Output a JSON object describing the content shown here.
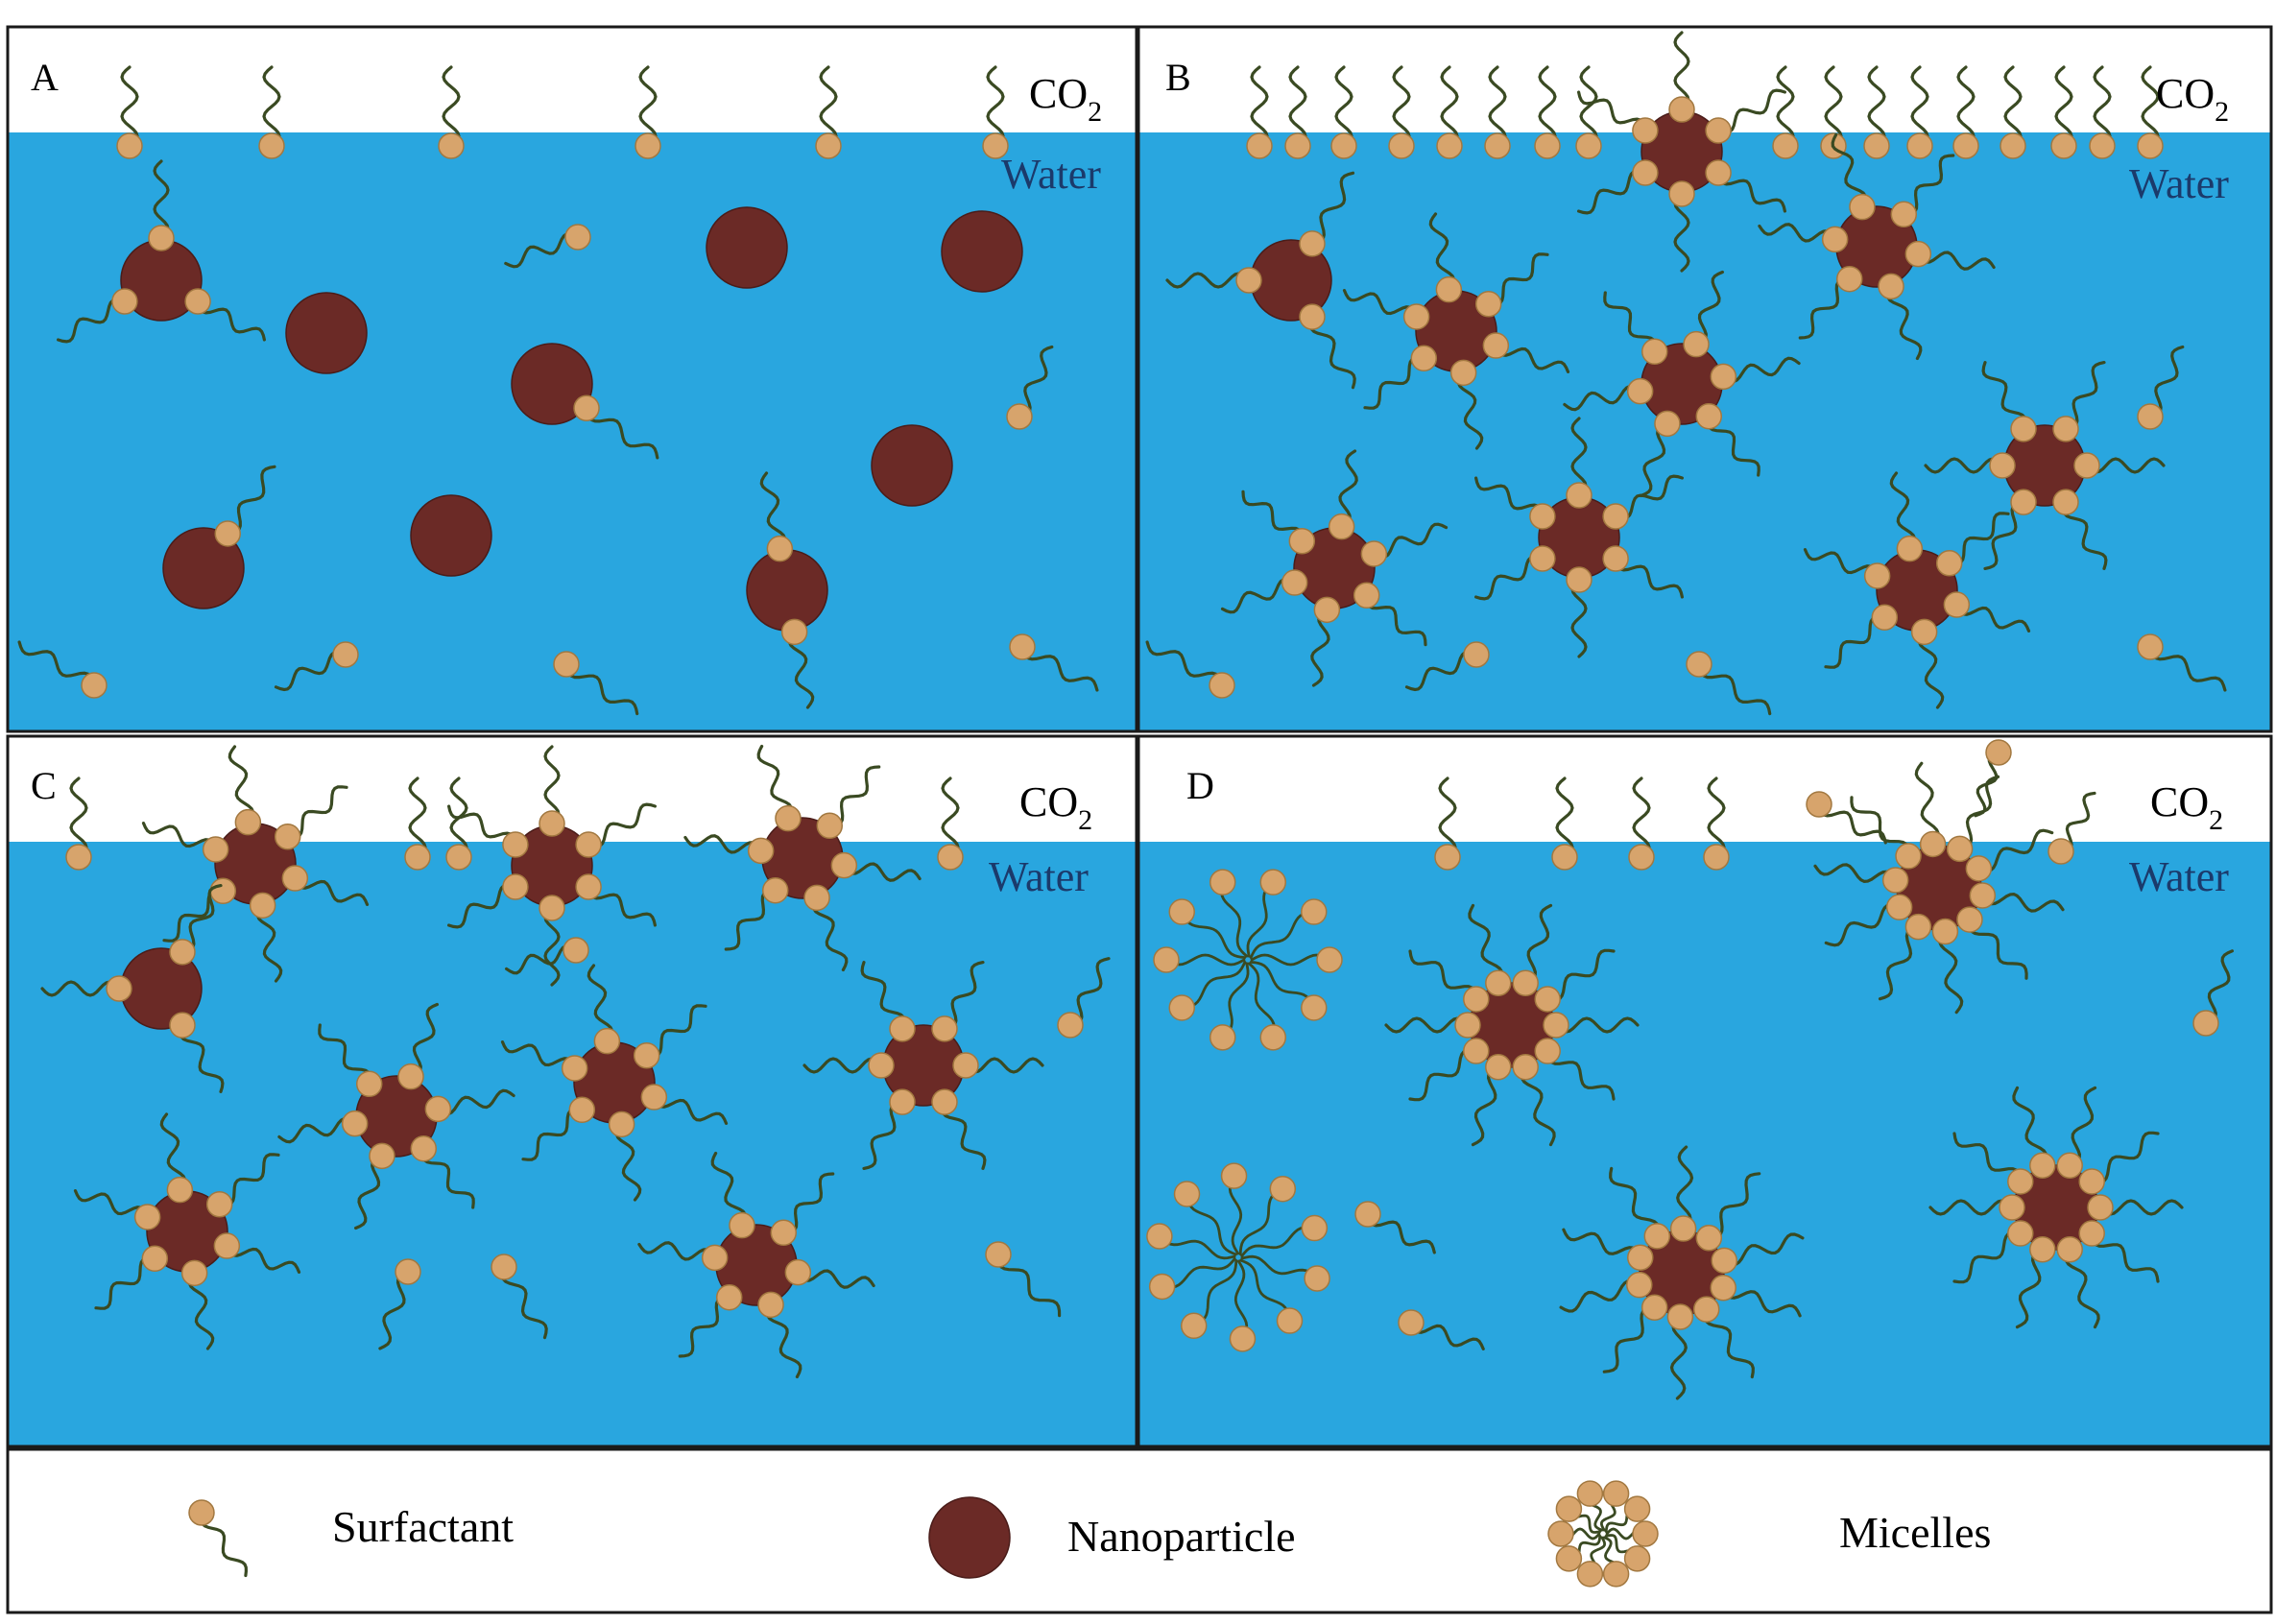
{
  "colors": {
    "water": "#29a6df",
    "air": "#ffffff",
    "nanoparticle": "#6b2a26",
    "surfactant_head": "#d7a46c",
    "surfactant_head_stroke": "#a27840",
    "surfactant_tail": "#3a4a22",
    "frame": "#1a1a1a",
    "water_label": "#1b3a6b"
  },
  "panels": [
    {
      "id": "A",
      "letter": "A",
      "co2_label": "CO",
      "co2_sub": "2",
      "water_label": "Water",
      "state": "sparse"
    },
    {
      "id": "B",
      "letter": "B",
      "co2_label": "CO",
      "co2_sub": "2",
      "water_label": "Water",
      "state": "adsorbed"
    },
    {
      "id": "C",
      "letter": "C",
      "co2_label": "CO",
      "co2_sub": "2",
      "water_label": "Water",
      "state": "interface-particles"
    },
    {
      "id": "D",
      "letter": "D",
      "co2_label": "CO",
      "co2_sub": "2",
      "water_label": "Water",
      "state": "micelles"
    }
  ],
  "legend": {
    "surfactant": "Surfactant",
    "nanoparticle": "Nanoparticle",
    "micelles": "Micelles"
  },
  "icons": [
    "surfactant-icon",
    "nanoparticle-icon",
    "micelle-icon"
  ]
}
